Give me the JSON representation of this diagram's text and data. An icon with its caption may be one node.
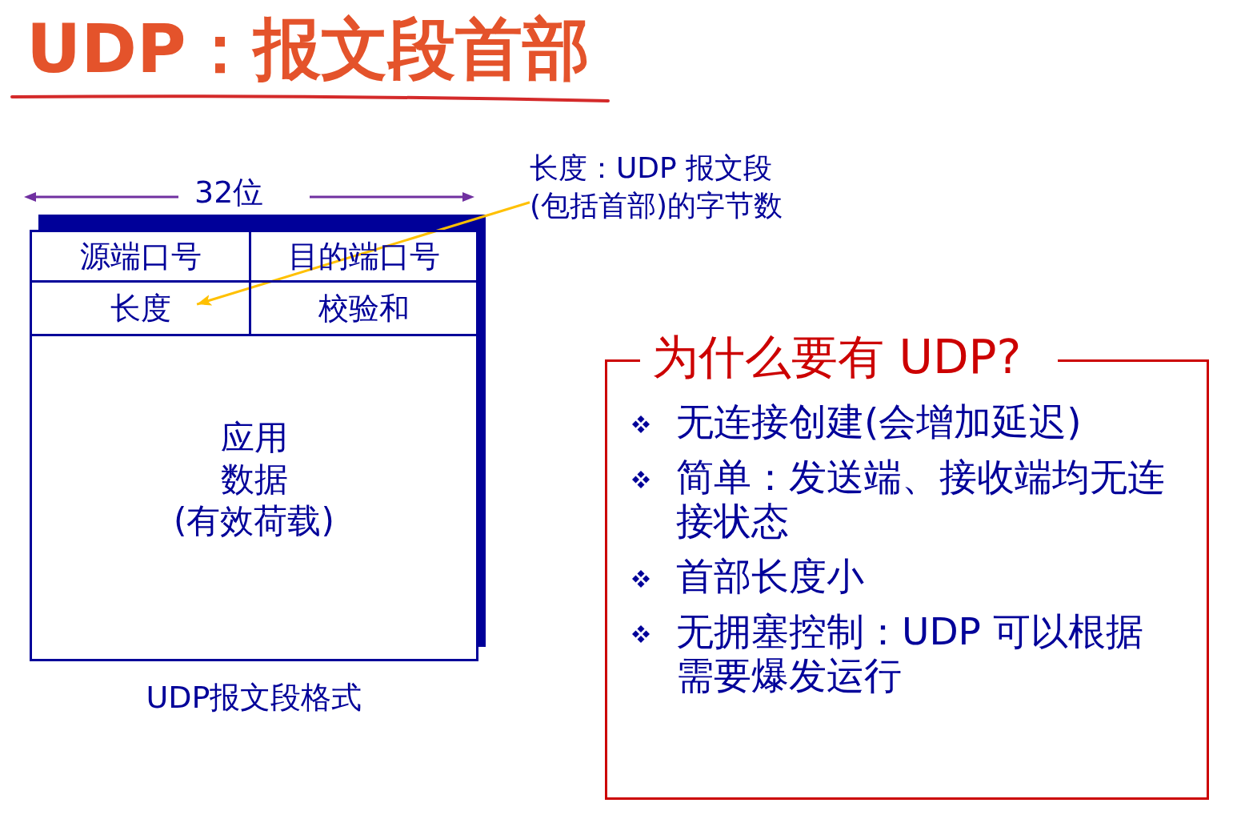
{
  "diagram": {
    "title": "UDP：报文段首部",
    "nodes": [
      {
        "text": [],
        "shape": "box",
        "beside": [
          "UDP报文段格式"
        ]
      },
      {
        "text": [
          "源端口号"
        ],
        "in": 0
      },
      {
        "text": [
          "目的端口号"
        ],
        "in": 0
      },
      {
        "text": [
          "长度"
        ],
        "in": 0
      },
      {
        "text": [
          "校验和"
        ],
        "in": 0
      },
      {
        "text": [
          "应用数据(有效荷载)"
        ],
        "in": 0
      },
      {
        "text": [
          "长度：UDP 报文段(包括首部)的字节数"
        ]
      },
      {
        "text": [
          "为什么要有 UDP?",
          "无连接创建(会增加延迟)",
          "简单：发送端、接收端均无连接状态",
          "首部长度小",
          "无拥塞控制：UDP 可以根据需要爆发运行"
        ]
      }
    ],
    "edges": [
      {
        "from": 6,
        "to": 3,
        "arrow": "to",
        "color": "#ffc000"
      }
    ],
    "labels": [
      "32位"
    ]
  }
}
